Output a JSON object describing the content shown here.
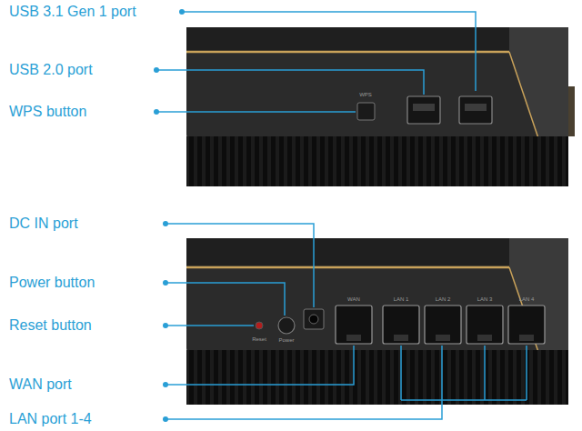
{
  "diagram": {
    "labels": [
      "USB 3.1 Gen 1 port",
      "USB 2.0 port",
      "WPS button",
      "DC IN port",
      "Power button",
      "Reset button",
      "WAN port",
      "LAN port 1-4",
      "WPS",
      "Reset",
      "Power",
      "WAN",
      "LAN 1",
      "LAN 2",
      "LAN 3",
      "LAN 4"
    ]
  }
}
